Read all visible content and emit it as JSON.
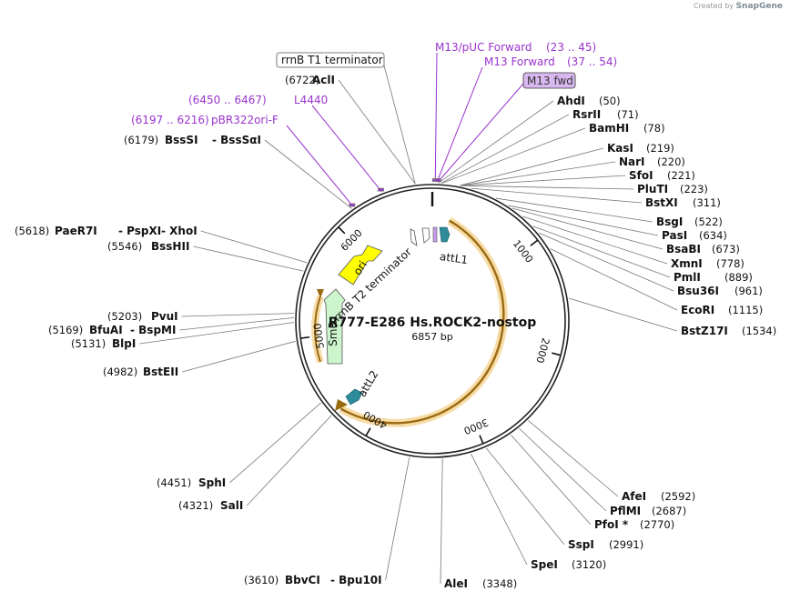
{
  "credit": {
    "prefix": "Created by",
    "brand": "SnapGene"
  },
  "plasmid": {
    "name": "R777-E286 Hs.ROCK2-nostop",
    "length_label": "6857 bp",
    "length": 6857
  },
  "ticks": [
    "1000",
    "2000",
    "3000",
    "4000",
    "5000",
    "6000"
  ],
  "primers": [
    {
      "name": "M13/pUC Forward",
      "range": "(23 .. 45)"
    },
    {
      "name": "M13 Forward",
      "range": "(37 .. 54)"
    },
    {
      "name": "M13 fwd"
    },
    {
      "name": "L4440",
      "range": "(6450 .. 6467)"
    },
    {
      "name": "pBR322ori-F",
      "range": "(6197 .. 6216)"
    }
  ],
  "features": {
    "terminator_box": "rrnB T1 terminator",
    "attL1": "attL1",
    "attL2": "attL2",
    "ori": "ori",
    "smr": "SmR",
    "t2": "rrnB T2 terminator"
  },
  "sites_right": [
    {
      "name": "AhdI",
      "pos": "(50)"
    },
    {
      "name": "RsrII",
      "pos": "(71)"
    },
    {
      "name": "BamHI",
      "pos": "(78)"
    },
    {
      "name": "KasI",
      "pos": "(219)"
    },
    {
      "name": "NarI",
      "pos": "(220)"
    },
    {
      "name": "SfoI",
      "pos": "(221)"
    },
    {
      "name": "PluTI",
      "pos": "(223)"
    },
    {
      "name": "BstXI",
      "pos": "(311)"
    },
    {
      "name": "BsgI",
      "pos": "(522)"
    },
    {
      "name": "PasI",
      "pos": "(634)"
    },
    {
      "name": "BsaBI",
      "pos": "(673)"
    },
    {
      "name": "XmnI",
      "pos": "(778)"
    },
    {
      "name": "PmlI",
      "pos": "(889)"
    },
    {
      "name": "Bsu36I",
      "pos": "(961)"
    },
    {
      "name": "EcoRI",
      "pos": "(1115)"
    },
    {
      "name": "BstZ17I",
      "pos": "(1534)"
    },
    {
      "name": "AfeI",
      "pos": "(2592)"
    },
    {
      "name": "PflMI",
      "pos": "(2687)"
    },
    {
      "name": "PfoI *",
      "pos": "(2770)"
    },
    {
      "name": "SspI",
      "pos": "(2991)"
    },
    {
      "name": "SpeI",
      "pos": "(3120)"
    },
    {
      "name": "AleI",
      "pos": "(3348)"
    }
  ],
  "sites_left": [
    {
      "name": "AclI",
      "pos": "(6722)"
    },
    {
      "name": "BssSI",
      "pos": "(6179)",
      "name2": "BssSαI"
    },
    {
      "name": "PaeR7I",
      "pos": "(5618)",
      "name2": "PspXI",
      "name3": "XhoI"
    },
    {
      "name": "BssHII",
      "pos": "(5546)"
    },
    {
      "name": "PvuI",
      "pos": "(5203)"
    },
    {
      "name": "BfuAI",
      "pos": "(5169)",
      "name2": "BspMI"
    },
    {
      "name": "BlpI",
      "pos": "(5131)"
    },
    {
      "name": "BstEII",
      "pos": "(4982)"
    },
    {
      "name": "SphI",
      "pos": "(4451)"
    },
    {
      "name": "SalI",
      "pos": "(4321)"
    },
    {
      "name": "BbvCI",
      "pos": "(3610)",
      "name2": "Bpu10I"
    }
  ],
  "colors": {
    "primer": "#9933cc",
    "orf": "#f0a830",
    "ori": "#ffff00",
    "smr": "#ccf5cc",
    "att": "#2e8b9a",
    "backbone": "#222222"
  }
}
